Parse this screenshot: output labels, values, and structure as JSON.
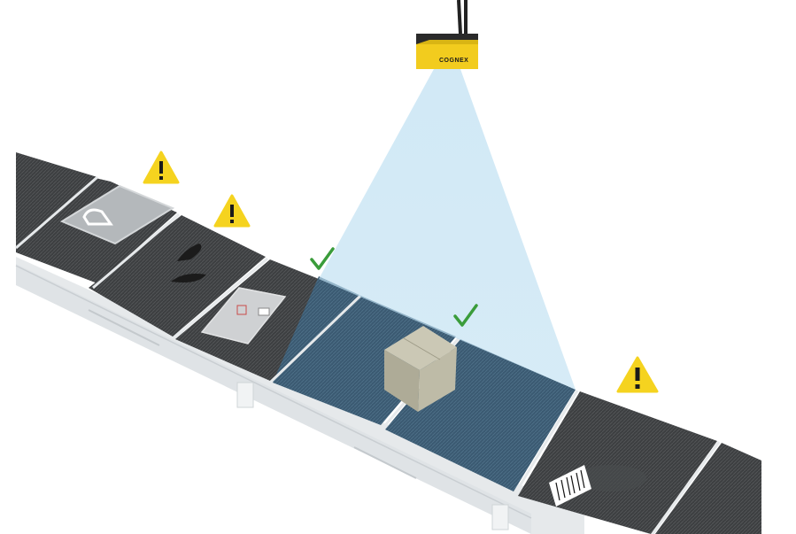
{
  "camera": {
    "brand": "COGNEX",
    "body_color": "#f2cc1e",
    "beam_color": "#bfe0f2"
  },
  "colors": {
    "belt": "#3d3f41",
    "belt_scanned": "#3b5a72",
    "frame": "#e9ecee",
    "warning": "#f5d31f",
    "check": "#3a9c3a",
    "box": "#b9b6a2"
  },
  "items": [
    {
      "name": "clear-plastic-bag",
      "status": "warning",
      "icon": "warning-triangle-icon"
    },
    {
      "name": "loose-black-items",
      "status": "warning",
      "icon": "warning-triangle-icon"
    },
    {
      "name": "poly-bag-package",
      "status": "ok",
      "icon": "checkmark-icon"
    },
    {
      "name": "cardboard-box",
      "status": "ok",
      "icon": "checkmark-icon"
    },
    {
      "name": "dirty-belt-barcode",
      "status": "warning",
      "icon": "warning-triangle-icon"
    }
  ]
}
